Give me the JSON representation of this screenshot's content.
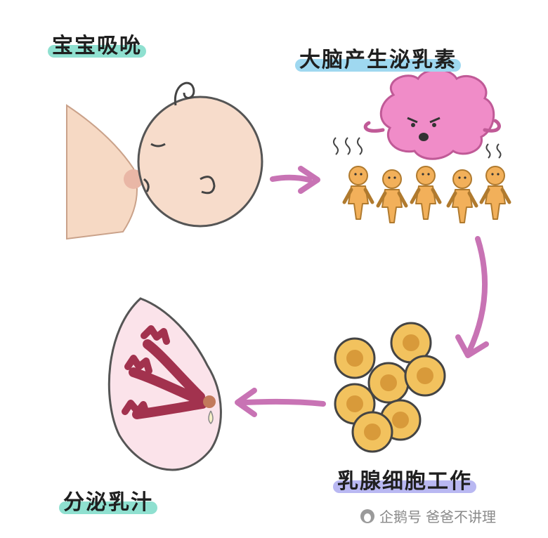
{
  "labels": {
    "step1": "宝宝吸吮",
    "step2": "大脑产生泌乳素",
    "step3": "乳腺细胞工作",
    "step4": "分泌乳汁"
  },
  "colors": {
    "highlight_teal": "#8fe0d0",
    "highlight_blue": "#9fd8f0",
    "highlight_purple": "#b9b8f2",
    "arrow": "#c873b4",
    "brain": "#f08cc8",
    "figure": "#f2b05a",
    "cell": "#f2c25e",
    "skin": "#f6d9c4",
    "breast": "#fbe3ea"
  },
  "watermark": {
    "platform": "企鹅号",
    "author": "爸爸不讲理"
  }
}
